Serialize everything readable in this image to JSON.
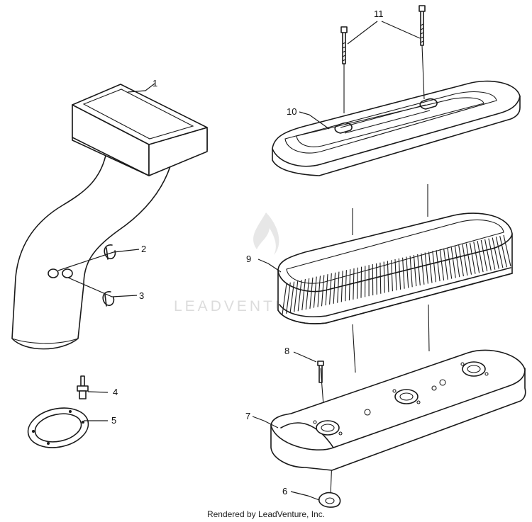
{
  "callouts": {
    "c1": "1",
    "c2": "2",
    "c3": "3",
    "c4": "4",
    "c5": "5",
    "c6": "6",
    "c7": "7",
    "c8": "8",
    "c9": "9",
    "c10": "10",
    "c11": "11"
  },
  "watermark": "LEADVENTURE",
  "footer": "Rendered by LeadVenture, Inc."
}
